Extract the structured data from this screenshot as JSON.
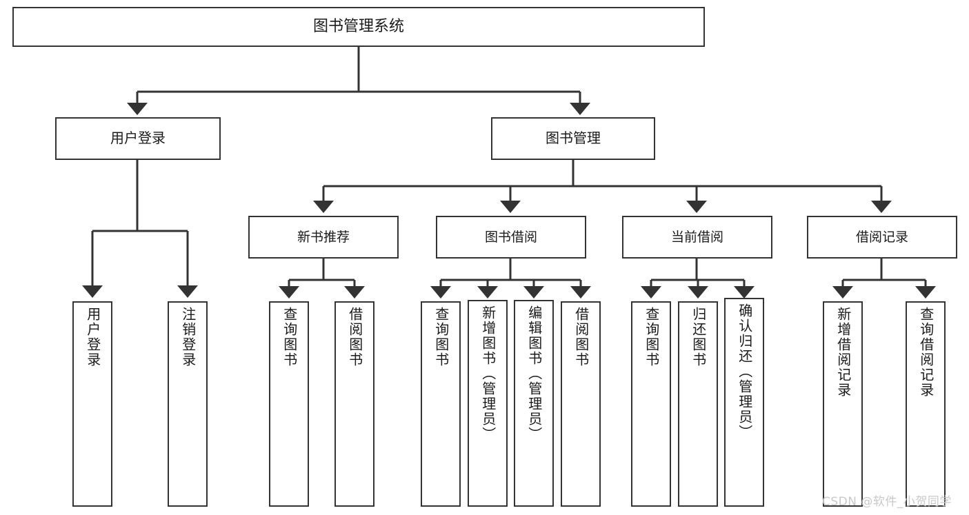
{
  "diagram": {
    "title": "图书管理系统",
    "type": "tree-hierarchy",
    "nodes": {
      "root": {
        "label": "图书管理系统"
      },
      "level2": [
        {
          "id": "user-login",
          "label": "用户登录"
        },
        {
          "id": "book-manage",
          "label": "图书管理"
        }
      ],
      "level3": [
        {
          "id": "new-book-recommend",
          "label": "新书推荐"
        },
        {
          "id": "book-borrow",
          "label": "图书借阅"
        },
        {
          "id": "current-borrow",
          "label": "当前借阅"
        },
        {
          "id": "borrow-record",
          "label": "借阅记录"
        }
      ],
      "leaves": {
        "user_login": [
          {
            "id": "leaf-user-login",
            "label": "用户登录"
          },
          {
            "id": "leaf-logout-login",
            "label": "注销登录"
          }
        ],
        "new_book_recommend": [
          {
            "id": "leaf-query-book-1",
            "label": "查询图书"
          },
          {
            "id": "leaf-borrow-book-1",
            "label": "借阅图书"
          }
        ],
        "book_borrow": [
          {
            "id": "leaf-query-book-2",
            "label": "查询图书"
          },
          {
            "id": "leaf-add-book",
            "label": "新增图书（管理员）"
          },
          {
            "id": "leaf-edit-book",
            "label": "编辑图书（管理员）"
          },
          {
            "id": "leaf-borrow-book-2",
            "label": "借阅图书"
          }
        ],
        "current_borrow": [
          {
            "id": "leaf-query-book-3",
            "label": "查询图书"
          },
          {
            "id": "leaf-return-book",
            "label": "归还图书"
          },
          {
            "id": "leaf-confirm-return",
            "label": "确认归还（管理员）"
          }
        ],
        "borrow_record": [
          {
            "id": "leaf-add-record",
            "label": "新增借阅记录"
          },
          {
            "id": "leaf-query-record",
            "label": "查询借阅记录"
          }
        ]
      }
    },
    "colors": {
      "border": "#333333",
      "fill": "#ffffff",
      "text": "#1a1a1a",
      "watermark": "#c9c9c9"
    }
  },
  "watermark": {
    "text": "CSDN @软件_小贺同学"
  }
}
